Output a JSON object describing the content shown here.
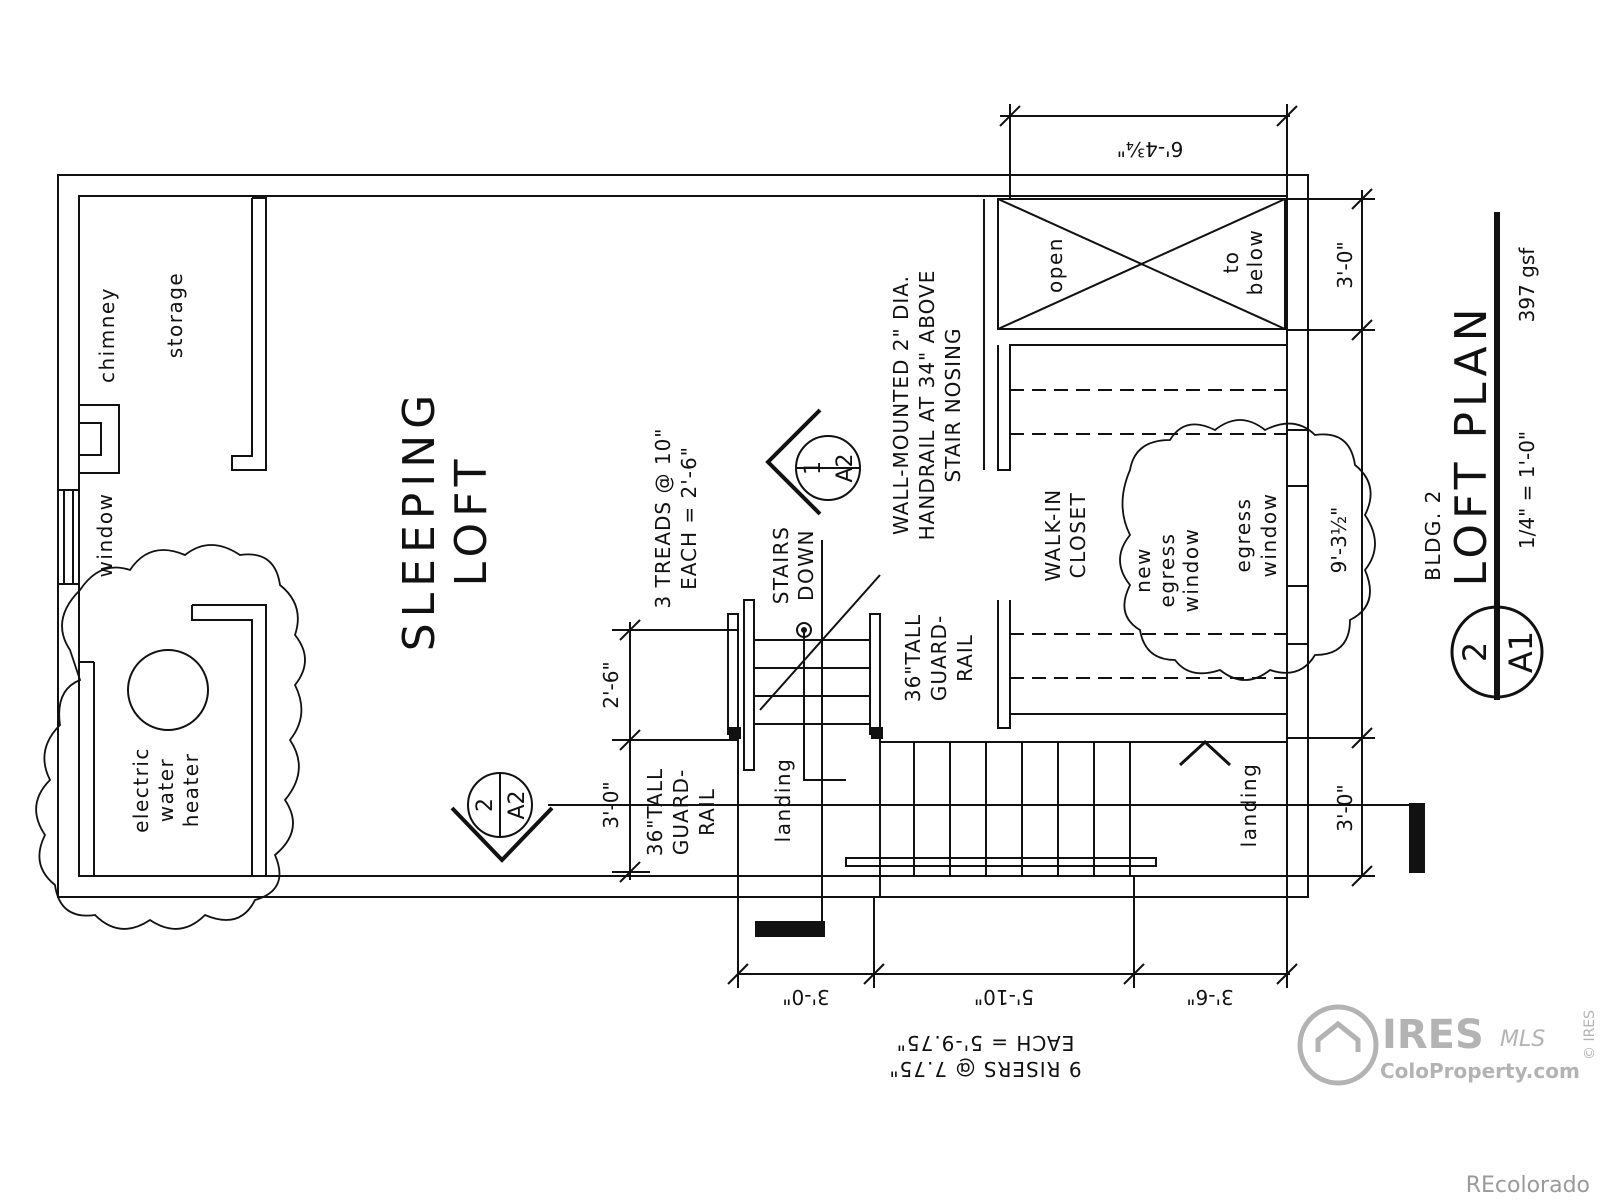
{
  "rooms": {
    "sleeping": [
      "SLEEPING",
      "LOFT"
    ],
    "storage": "storage",
    "chimney": "chimney",
    "window": "window",
    "water_heater": [
      "electric",
      "water",
      "heater"
    ],
    "walk_in_closet": [
      "WALK-IN",
      "CLOSET"
    ],
    "open_to_below": [
      "open",
      "to",
      "below"
    ],
    "new_egress": [
      "new",
      "egress",
      "window"
    ],
    "egress": [
      "egress",
      "window"
    ],
    "landing_left": "landing",
    "landing_right": "landing",
    "stairs_down": [
      "STAIRS",
      "DOWN"
    ]
  },
  "notes": {
    "handrail": [
      "WALL-MOUNTED 2\" DIA.",
      "HANDRAIL AT 34\" ABOVE",
      "STAIR NOSING"
    ],
    "treads": [
      "3 TREADS @ 10\"",
      "EACH = 2'-6\""
    ],
    "guardrail_upper": [
      "36\"TALL",
      "GUARD-",
      "RAIL"
    ],
    "guardrail_lower": [
      "36\"TALL",
      "GUARD-",
      "RAIL"
    ],
    "risers": [
      "9 RISERS @ 7.75\"",
      "EACH = 5'-9.75\""
    ]
  },
  "dimensions": {
    "top_width": "6'-4¾\"",
    "right_top": "3'-0\"",
    "right_mid": "9'-3½\"",
    "right_bottom": "3'-0\"",
    "left_upper": "2'-6\"",
    "left_lower": "3'-0\"",
    "bottom_1": "3'-0\"",
    "bottom_2": "5'-10\"",
    "bottom_3": "3'-6\""
  },
  "section_marks": {
    "upper": {
      "top": "1",
      "bottom": "A2"
    },
    "lower": {
      "top": "2",
      "bottom": "A2"
    }
  },
  "title_block": {
    "building": "BLDG. 2",
    "title": "LOFT PLAN",
    "scale": "1/4\" = 1'-0\"",
    "area": "397 gsf",
    "number": "2",
    "sheet": "A1"
  },
  "watermark": {
    "brand": "IRES",
    "mls": "MLS",
    "site": "ColoProperty.com",
    "side": "© IRES",
    "corner": "REcolorado"
  }
}
